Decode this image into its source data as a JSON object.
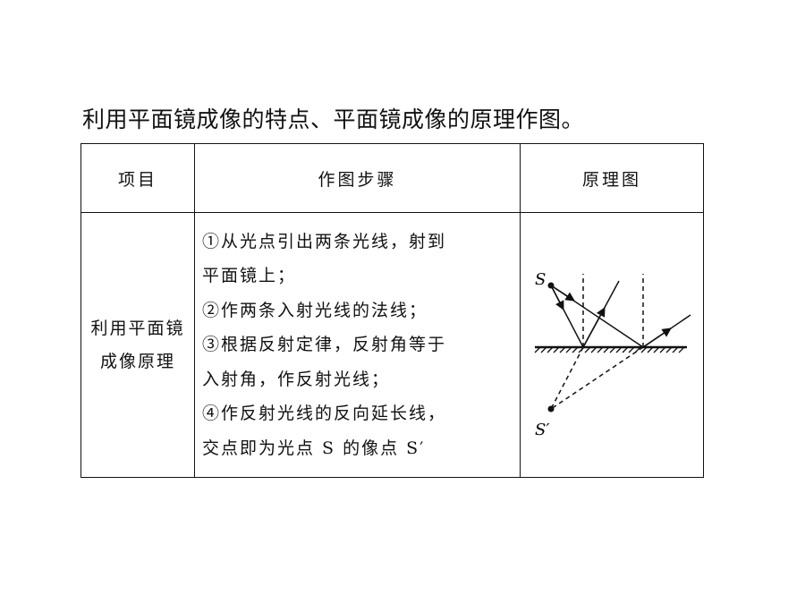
{
  "heading": "利用平面镜成像的特点、平面镜成像的原理作图。",
  "table": {
    "headers": [
      "项目",
      "作图步骤",
      "原理图"
    ],
    "row_label_lines": [
      "利用平面镜",
      "成像原理"
    ],
    "steps": [
      "①从光点引出两条光线，射到",
      "平面镜上；",
      "②作两条入射光线的法线；",
      "③根据反射定律，反射角等于",
      "入射角，作反射光线；",
      "④作反射光线的反向延长线，",
      "交点即为光点 S 的像点 S′"
    ],
    "diagram": {
      "source_label": "S",
      "image_label": "S′"
    }
  }
}
